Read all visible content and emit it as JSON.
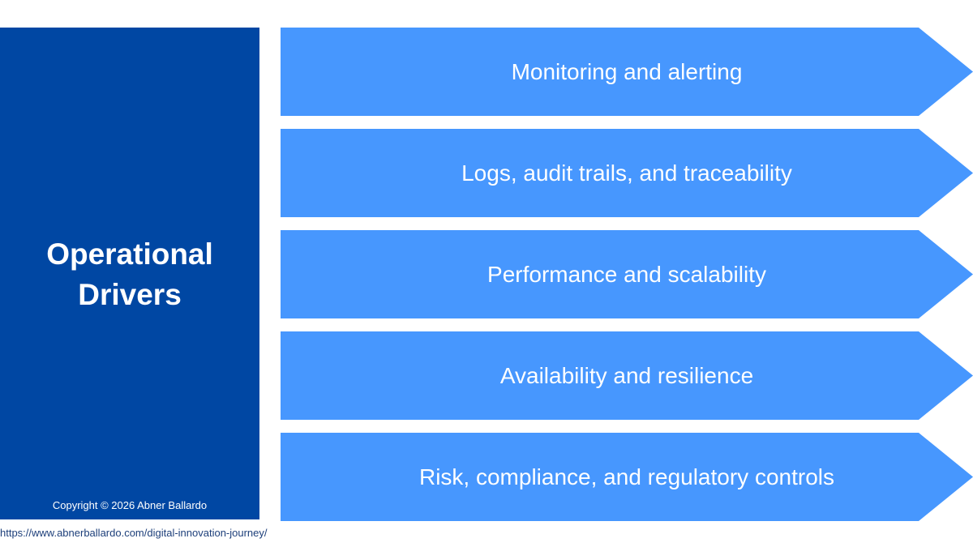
{
  "panel": {
    "title_line1": "Operational",
    "title_line2": "Drivers",
    "copyright": "Copyright © 2026 Abner Ballardo"
  },
  "drivers": [
    "Monitoring and alerting",
    "Logs, audit trails, and traceability",
    "Performance and scalability",
    "Availability and resilience",
    "Risk, compliance, and regulatory controls"
  ],
  "footer": {
    "url": "https://www.abnerballardo.com/digital-innovation-journey/"
  },
  "colors": {
    "panel": "#0047a3",
    "arrow": "#4797fe",
    "text": "#ffffff",
    "footer_text": "#1d3f7a"
  }
}
